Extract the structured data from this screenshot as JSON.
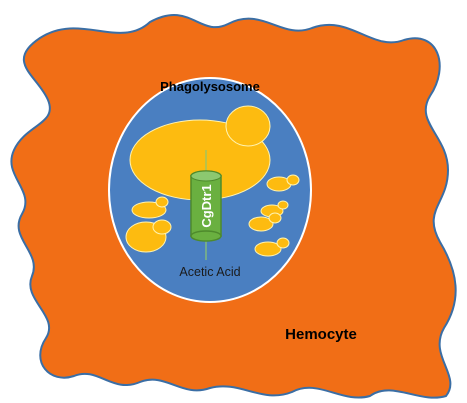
{
  "colors": {
    "hemocyte_fill": "#f16e16",
    "hemocyte_stroke": "#3a6ea5",
    "phagolysosome_fill": "#4a7fc1",
    "phagolysosome_stroke": "#ffffff",
    "yeast_fill": "#fdbb10",
    "yeast_stroke": "#fff3b0",
    "transporter_fill": "#6ab040",
    "transporter_stroke": "#4e8a2c",
    "pore_line": "#8cc870"
  },
  "labels": {
    "phagolysosome": "Phagolysosome",
    "transporter": "CgDtr1",
    "product": "Acetic Acid",
    "cell": "Hemocyte"
  },
  "icons": {
    "yeast_cell": "budding-yeast-icon",
    "transporter": "membrane-transporter-icon"
  }
}
